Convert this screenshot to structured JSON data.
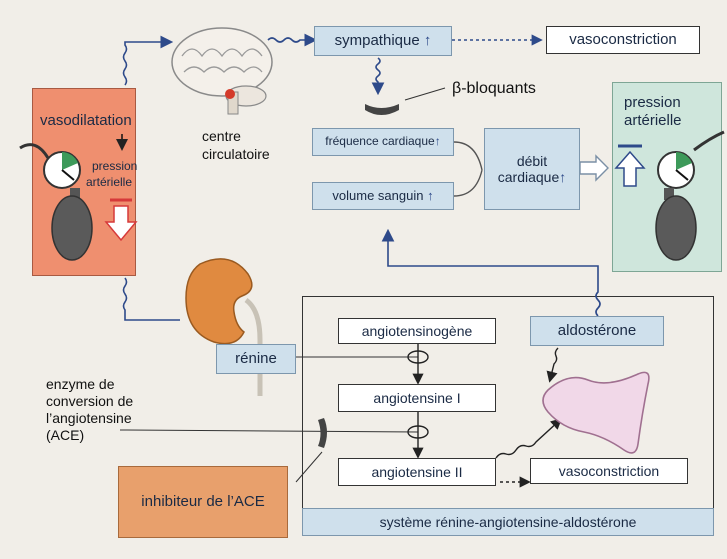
{
  "labels": {
    "sympathique": "sympathique",
    "vasoconstriction_top": "vasoconstriction",
    "vasodilatation": "vasodilatation",
    "pression_left_1": "pression",
    "pression_left_2": "artérielle",
    "centre_1": "centre",
    "centre_2": "circulatoire",
    "beta": "β-bloquants",
    "frequence": "fréquence cardiaque",
    "volume": "volume sanguin",
    "debit_1": "débit",
    "debit_2": "cardiaque",
    "pression_right_1": "pression",
    "pression_right_2": "artérielle",
    "renine": "rénine",
    "aldosterone": "aldostérone",
    "angiotensinogene": "angiotensinogène",
    "angiotensine1": "angiotensine I",
    "angiotensine2": "angiotensine II",
    "vasoconstriction_bottom": "vasoconstriction",
    "enzyme_1": "enzyme de",
    "enzyme_2": "conversion de",
    "enzyme_3": "l’angiotensine",
    "enzyme_4": "(ACE)",
    "inhibiteur": "inhibiteur de l’ACE",
    "systeme": "système rénine-angiotensine-aldostérone",
    "arrow_up": "↑"
  },
  "colors": {
    "box_blue": "#cfe0ec",
    "left_panel": "#ef8f6f",
    "right_panel": "#cfe6dc",
    "inhibitor": "#e8a06c",
    "arrow_blue": "#2e4a8a",
    "arrow_red": "#d63a3a"
  }
}
